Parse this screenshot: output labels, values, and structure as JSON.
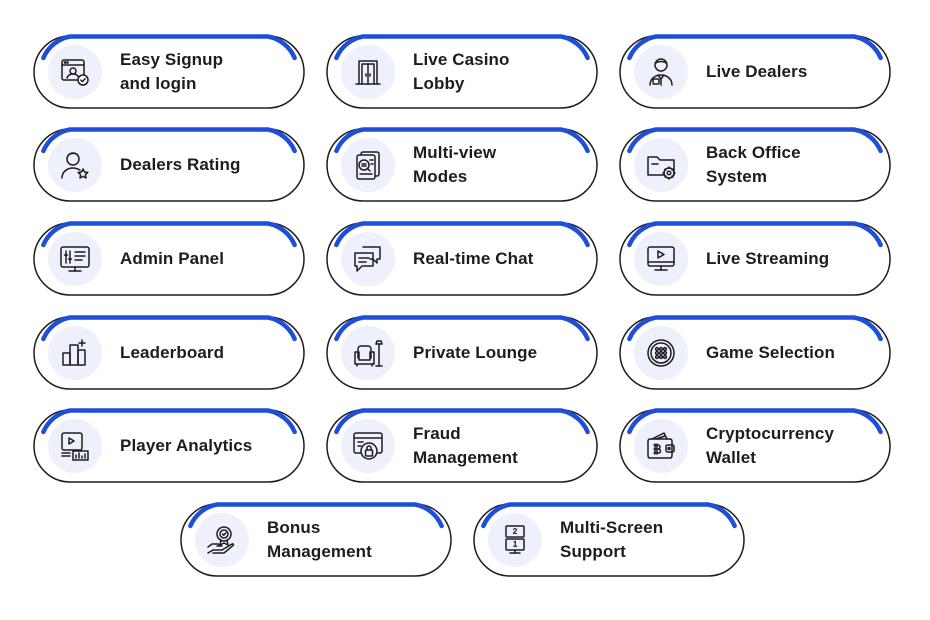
{
  "colors": {
    "accent": "#1f4fd8",
    "outline": "#1d1d1f",
    "icon_bg": "#eef1fb",
    "text": "#1d1d1f"
  },
  "features": [
    {
      "label": "Easy Signup\nand login",
      "icon": "signup-icon"
    },
    {
      "label": "Live Casino\nLobby",
      "icon": "lobby-door-icon"
    },
    {
      "label": "Live Dealers",
      "icon": "dealer-icon"
    },
    {
      "label": "Dealers Rating",
      "icon": "dealer-rating-icon"
    },
    {
      "label": "Multi-view\nModes",
      "icon": "multiview-icon"
    },
    {
      "label": "Back Office\nSystem",
      "icon": "folder-gear-icon"
    },
    {
      "label": "Admin Panel",
      "icon": "admin-panel-icon"
    },
    {
      "label": "Real-time Chat",
      "icon": "chat-icon"
    },
    {
      "label": "Live Streaming",
      "icon": "streaming-icon"
    },
    {
      "label": "Leaderboard",
      "icon": "leaderboard-icon"
    },
    {
      "label": "Private Lounge",
      "icon": "lounge-icon"
    },
    {
      "label": "Game Selection",
      "icon": "game-selection-icon"
    },
    {
      "label": "Player Analytics",
      "icon": "analytics-icon"
    },
    {
      "label": "Fraud\nManagement",
      "icon": "fraud-lock-icon"
    },
    {
      "label": "Cryptocurrency\nWallet",
      "icon": "crypto-wallet-icon"
    },
    {
      "label": "Bonus\nManagement",
      "icon": "bonus-award-icon"
    },
    {
      "label": "Multi-Screen\nSupport",
      "icon": "multi-screen-icon"
    }
  ]
}
